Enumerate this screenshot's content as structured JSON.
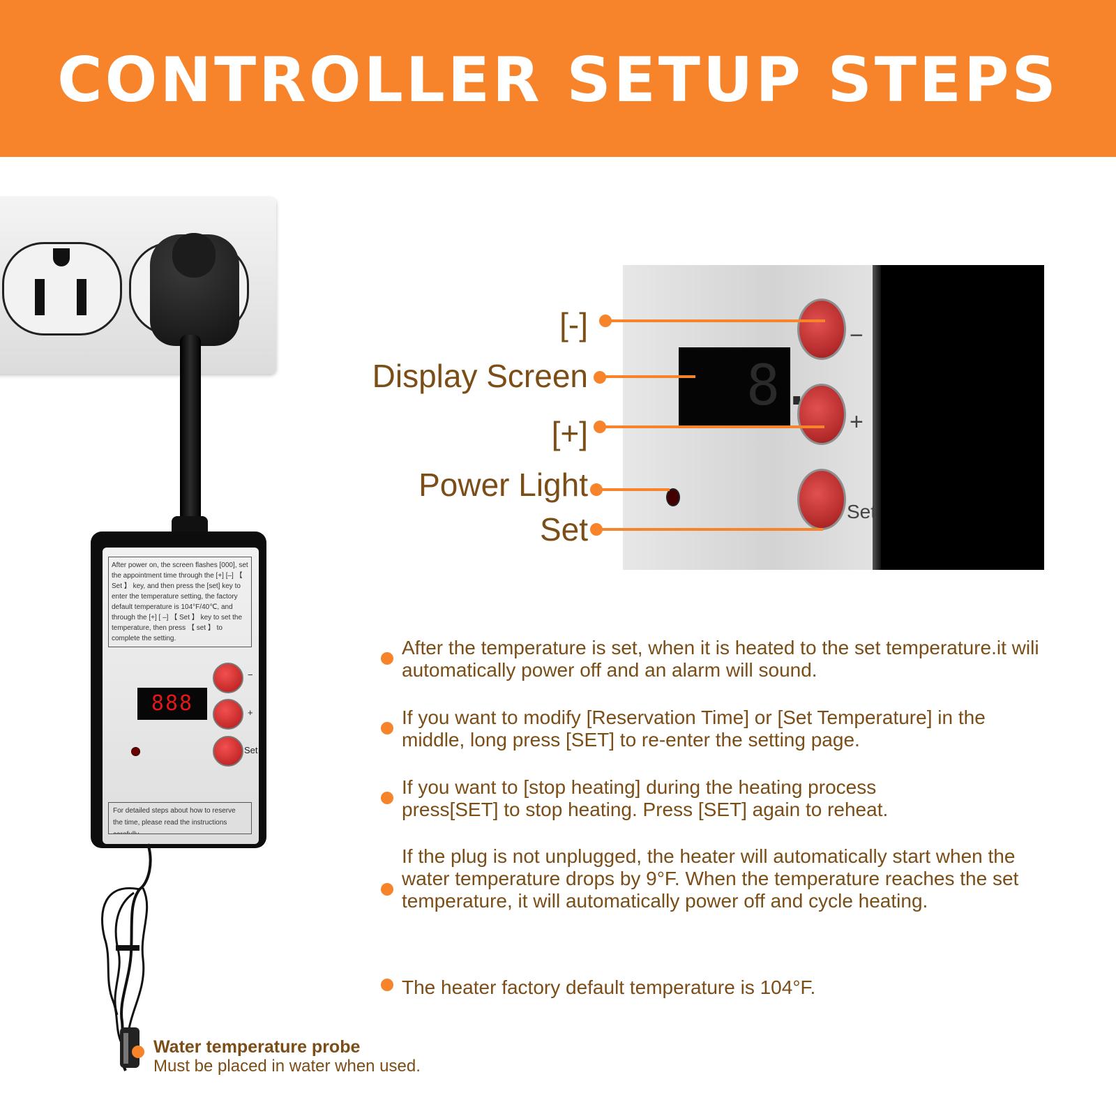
{
  "banner": {
    "title": "CONTROLLER SETUP STEPS"
  },
  "callouts": {
    "minus": "[-]",
    "display": "Display Screen",
    "plus": "[+]",
    "power_light": "Power Light",
    "set": "Set"
  },
  "panel": {
    "minus_symbol": "−",
    "plus_symbol": "+",
    "set_label": "Set",
    "digit": "8."
  },
  "controller": {
    "note_top": "After power on, the screen flashes [000], set the appointment time through the [+] [–] 【 Set 】 key, and then press the [set] key to enter the temperature setting, the factory default temperature is 104°F/40℃, and through the [+] [ –] 【 Set 】 key to set the temperature, then press 【 set 】 to complete the setting.",
    "display_text": "888",
    "minus_label": "−",
    "plus_label": "+",
    "set_label": "Set",
    "note_bottom": "For detailed steps about how to reserve the time, please read the instructions carefully."
  },
  "bullets": [
    "After the temperature is set, when it is heated to the set temperature.it wili automatically power off and an alarm will sound.",
    "If you want to modify [Reservation Time] or [Set Temperature] in the middle, long press [SET] to re-enter the setting page.",
    "If you want to [stop heating] during the heating process press[SET] to stop heating. Press [SET] again to reheat.",
    "If the plug is not unplugged, the heater will automatically start when the water temperature drops by 9°F. When the temperature reaches the set temperature, it will automatically power off and cycle heating.",
    "The heater factory default temperature is 104°F."
  ],
  "probe": {
    "title": "Water temperature probe",
    "subtitle": "Must be placed in water when used."
  },
  "colors": {
    "accent": "#f7832a",
    "text": "#7b4d17",
    "button_red": "#d33a3a"
  }
}
